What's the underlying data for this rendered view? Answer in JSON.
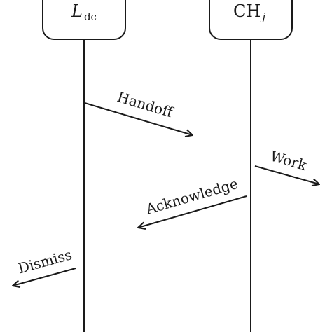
{
  "diagram": {
    "participants": [
      {
        "id": "ldc",
        "main": "L",
        "subscript": "dc"
      },
      {
        "id": "chj",
        "main": "CH",
        "subscript": "j"
      }
    ],
    "messages": [
      {
        "id": "handoff",
        "label": "Handoff"
      },
      {
        "id": "work",
        "label": "Work"
      },
      {
        "id": "acknowledge",
        "label": "Acknowledge"
      },
      {
        "id": "dismiss",
        "label": "Dismiss"
      }
    ],
    "colors": {
      "stroke": "#1a1a1a",
      "background": "#ffffff"
    }
  }
}
